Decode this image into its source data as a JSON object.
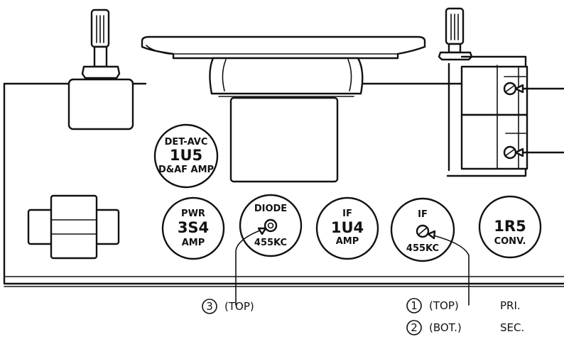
{
  "tubes": {
    "detavc": {
      "top": "DET-AVC",
      "mid": "1U5",
      "bot": "D&AF AMP"
    },
    "pwr": {
      "top": "PWR",
      "mid": "3S4",
      "bot": "AMP"
    },
    "diode": {
      "top": "DIODE",
      "bot": "455KC"
    },
    "if1": {
      "top": "IF",
      "mid": "1U4",
      "bot": "AMP"
    },
    "if2": {
      "top": "IF",
      "bot": "455KC"
    },
    "conv": {
      "mid": "1R5",
      "bot": "CONV."
    }
  },
  "callouts": {
    "c3": {
      "num": "3",
      "text": "(TOP)"
    },
    "c1": {
      "num": "1",
      "text": "(TOP)",
      "extra": "PRI."
    },
    "c2": {
      "num": "2",
      "text": "(BOT.)",
      "extra": "SEC."
    }
  }
}
